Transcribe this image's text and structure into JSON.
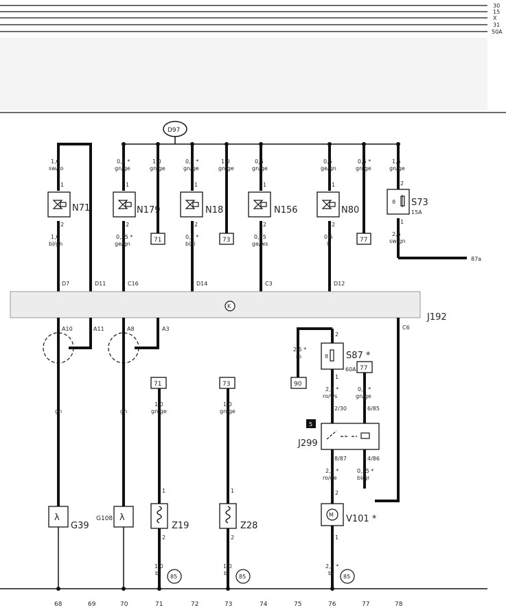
{
  "rails": [
    "30",
    "15",
    "X",
    "31",
    "50A"
  ],
  "connector_ground_top": "D97",
  "module": {
    "name": "J192",
    "connector_symbol": "K"
  },
  "top_components": [
    {
      "id": "N71",
      "pin1": "1",
      "pin2": "2",
      "wire_in": "1,0",
      "color_in": "sw/ro",
      "wire_out": "1,0",
      "color_out": "bl/gn",
      "conn": "D7"
    },
    {
      "id": "N179",
      "pin1": "1",
      "pin2": "2",
      "wire_in": "0,5 *",
      "color_in": "gn/ge",
      "wire_out": "0,35 *",
      "color_out": "ge/gn",
      "conn": "C16"
    },
    {
      "id": "N18",
      "pin1": "1",
      "pin2": "2",
      "wire_in": "0,5 *",
      "color_in": "gn/ge",
      "wire_out": "0,5 *",
      "color_out": "bl/li",
      "conn": "D14"
    },
    {
      "id": "N156",
      "pin1": "1",
      "pin2": "2",
      "wire_in": "0,5",
      "color_in": "gn/ge",
      "wire_out": "0,35",
      "color_out": "ge/ws",
      "conn": "C3"
    },
    {
      "id": "N80",
      "pin1": "1",
      "pin2": "2",
      "wire_in": "0,5",
      "color_in": "ge/gn",
      "wire_out": "0,5",
      "color_out": "li",
      "conn": "D12"
    },
    {
      "id": "S73",
      "pin1": "2",
      "pin2": "1",
      "wire_in": "1,5",
      "color_in": "gn/ge",
      "wire_out": "2,5",
      "color_out": "sw/gn",
      "rating": "15A"
    }
  ],
  "top_jumpers": [
    {
      "wire": "1,0",
      "color": "gn/ge",
      "ref": "71"
    },
    {
      "wire": "1,0",
      "color": "gn/ge",
      "ref": "73"
    },
    {
      "wire": "0,5 *",
      "color": "gn/ge",
      "ref": "77"
    }
  ],
  "other_conn": {
    "d11": "D11",
    "a10": "A10",
    "a11": "A11",
    "a8": "A8",
    "a3": "A3",
    "c6": "C6"
  },
  "ref_87a": "87a",
  "sensors": [
    {
      "id": "G39",
      "color": "gn"
    },
    {
      "id": "G108",
      "color": "gn"
    }
  ],
  "heaters": [
    {
      "id": "Z19",
      "ref": "71",
      "wire_top": "1,0",
      "color_top": "gn/ge",
      "wire_bot": "1,0",
      "color_bot": "br",
      "ground": "85"
    },
    {
      "id": "Z28",
      "ref": "73",
      "wire_top": "1,0",
      "color_top": "gn/ge",
      "wire_bot": "1,0",
      "color_bot": "br",
      "ground": "85"
    }
  ],
  "fuse_s87": {
    "id": "S87 *",
    "rating": "60A",
    "wire_in": "2,5 *",
    "color_in": "ro",
    "ref": "90",
    "pin_top": "2",
    "pin_bot": "1"
  },
  "relay_j299": {
    "id": "J299",
    "badge": "5",
    "pin_30": "2/30",
    "pin_85": "6/85",
    "pin_87": "8/87",
    "pin_86": "4/86",
    "wire_30": "2,5 *",
    "color_30": "ro/ws",
    "wire_85": "0,5 *",
    "color_85": "gn/ge",
    "ref_85": "77",
    "wire_87": "2,5 *",
    "color_87": "ro/ge",
    "wire_86": "0,35 *",
    "color_86": "bl/gr"
  },
  "motor_v101": {
    "id": "V101 *",
    "pin_top": "2",
    "pin_bot": "1",
    "wire_bot": "2,5 *",
    "color_bot": "br",
    "ground": "85"
  },
  "columns": [
    "68",
    "69",
    "70",
    "71",
    "72",
    "73",
    "74",
    "75",
    "76",
    "77",
    "78"
  ]
}
